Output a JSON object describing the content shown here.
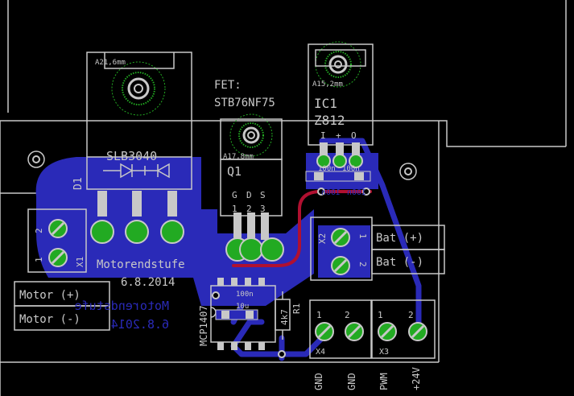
{
  "board": {
    "title": "Motorendstufe",
    "date": "6.8.2014",
    "title_mirrored": "Motorendstufe",
    "date_mirrored": "6.8.2014"
  },
  "labels": {
    "diode_name": "SLB3040",
    "diode_ref": "D1",
    "diode_hole": "A21,6mm",
    "fet_title": "FET:",
    "fet_part": "STB76NF75",
    "fet_ref": "Q1",
    "fet_hole": "A17,8mm",
    "fet_pins": [
      "G",
      "D",
      "S"
    ],
    "fet_pin_nums": [
      "1",
      "2",
      "3"
    ],
    "ic1_ref": "IC1",
    "ic1_part": "Z812",
    "ic1_hole": "A15,2mm",
    "ic1_pins": [
      "I",
      "+",
      "O"
    ],
    "driver_part": "MCP1407",
    "r1_ref": "R1",
    "r1_val": "4k7",
    "cap_top": "100n",
    "cap_top_b": "100n",
    "cap_bottom": "100n",
    "cap_bottom_b": "100n",
    "cap_driver": "100n",
    "cap_driver_b": "10u"
  },
  "connectors": {
    "x1": {
      "ref": "X1",
      "pins": [
        "2",
        "1"
      ]
    },
    "x2": {
      "ref": "X2",
      "pins": [
        "1",
        "2"
      ]
    },
    "x3": {
      "ref": "X3",
      "pins": [
        "1",
        "2"
      ]
    },
    "x4": {
      "ref": "X4",
      "pins": [
        "1",
        "2"
      ]
    }
  },
  "boxes": {
    "motor_plus": "Motor (+)",
    "motor_minus": "Motor (-)",
    "bat_plus": "Bat (+)",
    "bat_minus": "Bat (-)"
  },
  "bottom_labels": [
    "GND",
    "GND",
    "PWM",
    "+24V"
  ],
  "colors": {
    "background": "#000000",
    "copper_bottom": "#2a2ab8",
    "pad_green": "#22aa22",
    "silkscreen": "#c8c8c8",
    "via_ring": "#1a8a1a",
    "top_trace": "#b01030"
  }
}
